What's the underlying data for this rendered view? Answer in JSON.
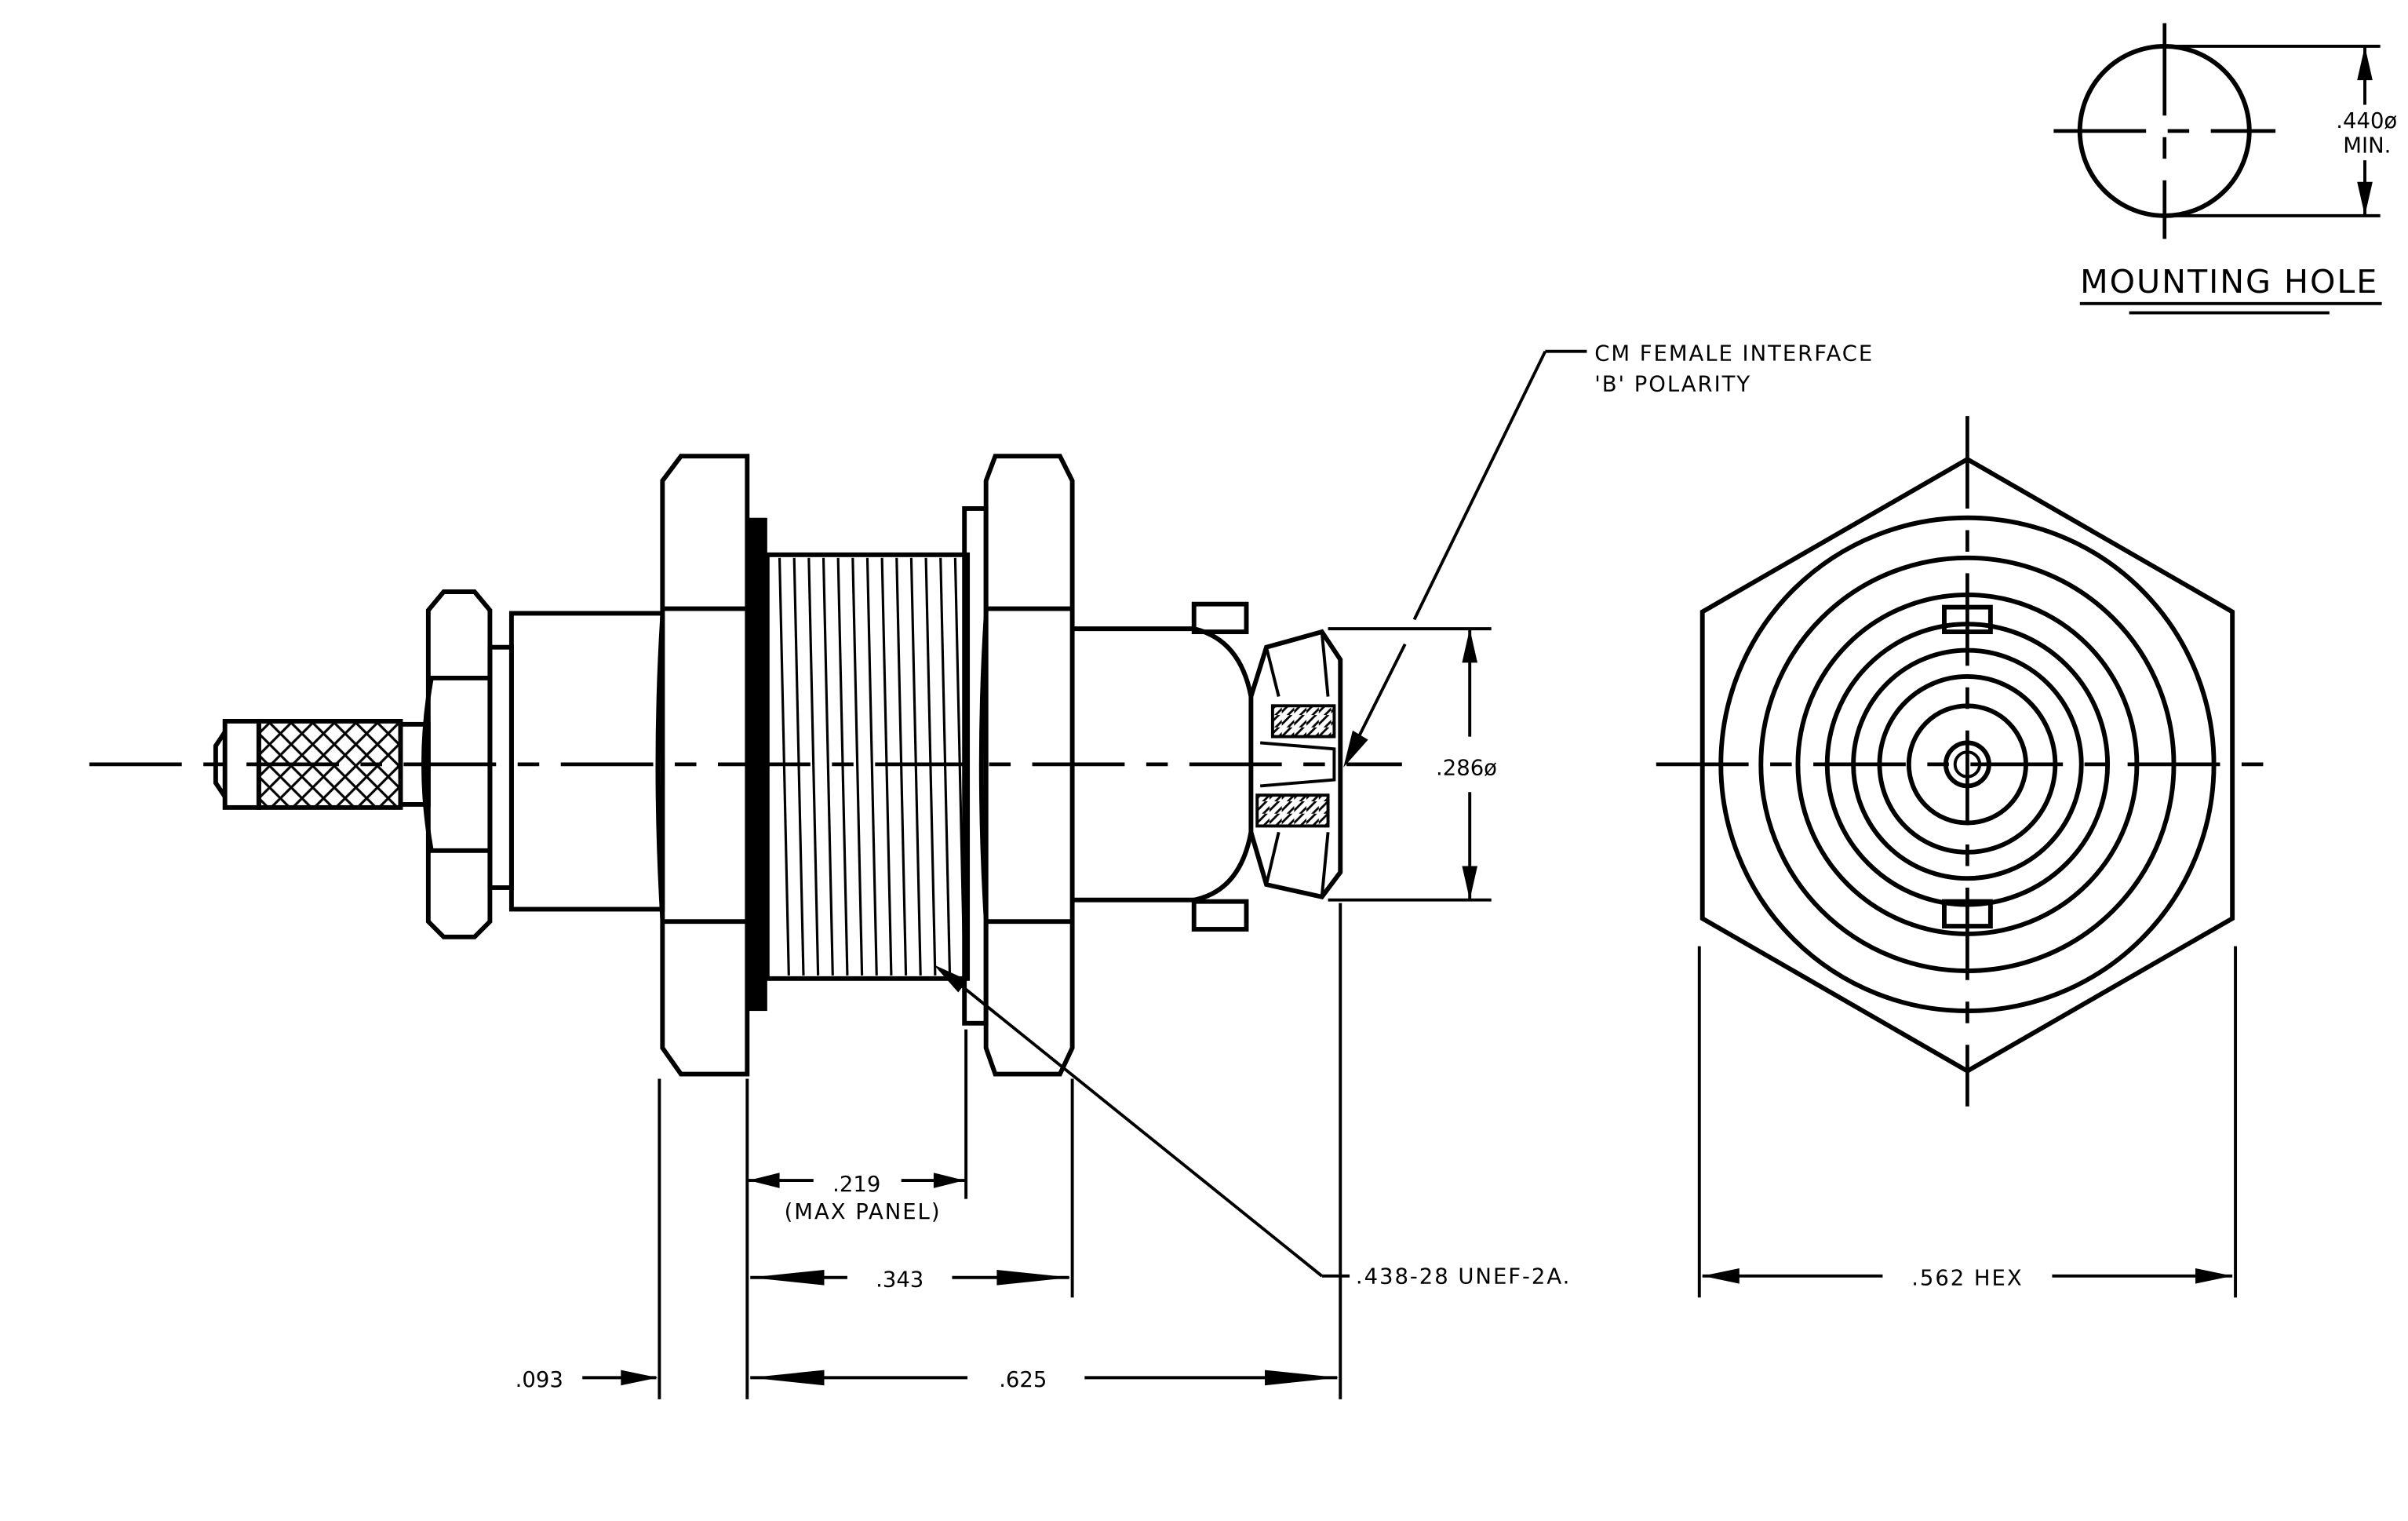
{
  "colors": {
    "line": "#000000",
    "background": "#ffffff"
  },
  "mounting_hole": {
    "title": "MOUNTING HOLE",
    "dim_value": ".440ø",
    "dim_note": "MIN."
  },
  "callouts": {
    "interface_line1": "CM FEMALE INTERFACE",
    "interface_line2": "'B' POLARITY",
    "thread": ".438-28 UNEF-2A.",
    "diameter": ".286ø"
  },
  "dimensions": {
    "max_panel_value": ".219",
    "max_panel_note": "(MAX PANEL)",
    "d343": ".343",
    "d093": ".093",
    "d625": ".625",
    "hex": ".562 HEX"
  }
}
